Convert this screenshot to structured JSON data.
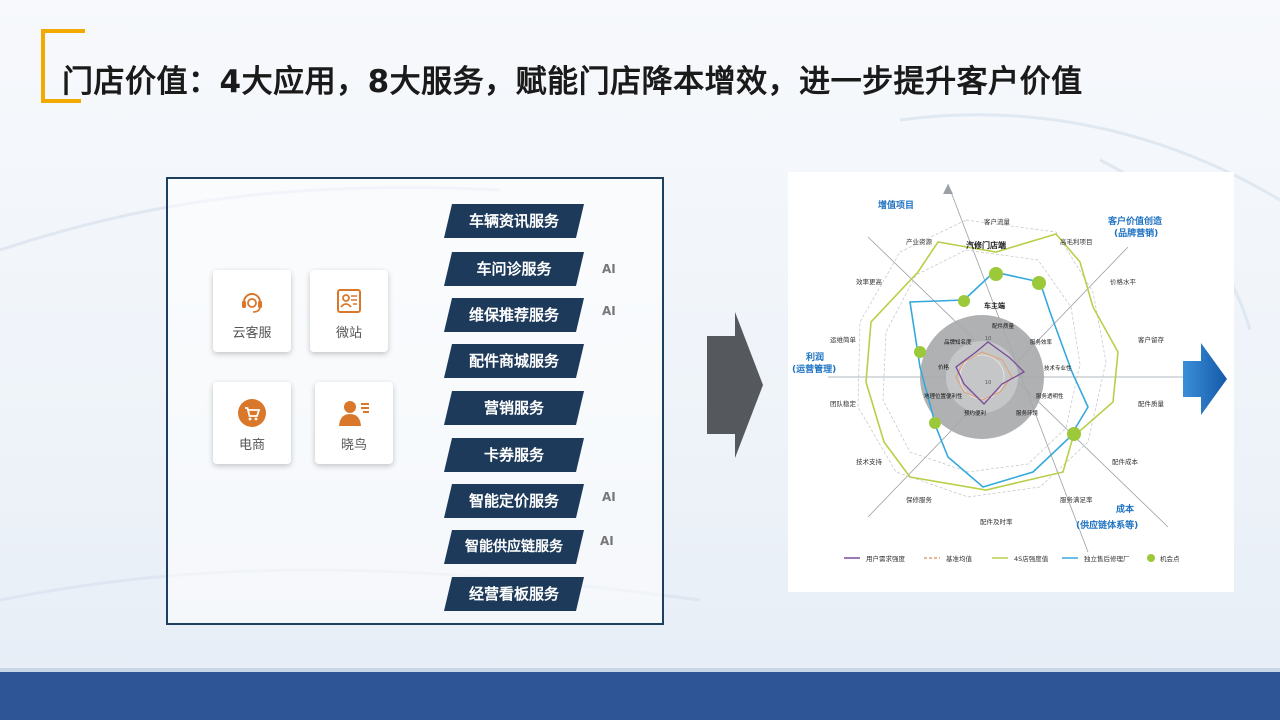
{
  "slide": {
    "title": "门店价值：4大应用，8大服务，赋能门店降本增效，进一步提升客户价值"
  },
  "apps": [
    {
      "label": "云客服",
      "icon": "headset-icon"
    },
    {
      "label": "微站",
      "icon": "id-card-icon"
    },
    {
      "label": "电商",
      "icon": "cart-icon"
    },
    {
      "label": "晓鸟",
      "icon": "user-card-icon"
    }
  ],
  "services": [
    {
      "label": "车辆资讯服务",
      "ai": ""
    },
    {
      "label": "车问诊服务",
      "ai": "AI"
    },
    {
      "label": "维保推荐服务",
      "ai": "AI"
    },
    {
      "label": "配件商城服务",
      "ai": ""
    },
    {
      "label": "营销服务",
      "ai": ""
    },
    {
      "label": "卡券服务",
      "ai": ""
    },
    {
      "label": "智能定价服务",
      "ai": "AI"
    },
    {
      "label": "智能供应链服务",
      "ai": "AI"
    },
    {
      "label": "经营看板服务",
      "ai": ""
    }
  ],
  "radar": {
    "quadrants": {
      "top_left": "增值项目",
      "top_right_1": "客户价值创造",
      "top_right_2": "(品牌营销)",
      "left_1": "利润",
      "left_2": "(运营管理)",
      "bottom_right_1": "成本",
      "bottom_right_2": "(供应链体系等)"
    },
    "ring_labels": {
      "outer": "汽修门店端",
      "inner": "车主端"
    },
    "outer_axes": [
      "客户流量",
      "高毛利项目",
      "价格水平",
      "客户留存",
      "配件质量",
      "配件成本",
      "服务满足率",
      "配件及时率",
      "保修服务",
      "技术支持",
      "团队稳定",
      "运维简单",
      "效率更高",
      "产业资源"
    ],
    "inner_axes": [
      "配件质量",
      "服务效率",
      "技术专业性",
      "服务透明性",
      "服务环境",
      "预约便利",
      "地理位置便利性",
      "价格",
      "品牌知名度"
    ],
    "scale_ticks": [
      "10",
      "10"
    ],
    "legend": [
      "用户需求强度",
      "基准均值",
      "4S店强度值",
      "独立售后修理厂",
      "机会点"
    ],
    "colors": {
      "user": "#7a4b9a",
      "base": "#e0a070",
      "s4": "#b7d04a",
      "indep": "#35a9dc",
      "opportunity": "#9cc93a"
    }
  },
  "colors": {
    "accent": "#f2a900",
    "service_bg": "#1d3a5a",
    "footer": "#2e5596",
    "arrow": "#1f73c2"
  }
}
